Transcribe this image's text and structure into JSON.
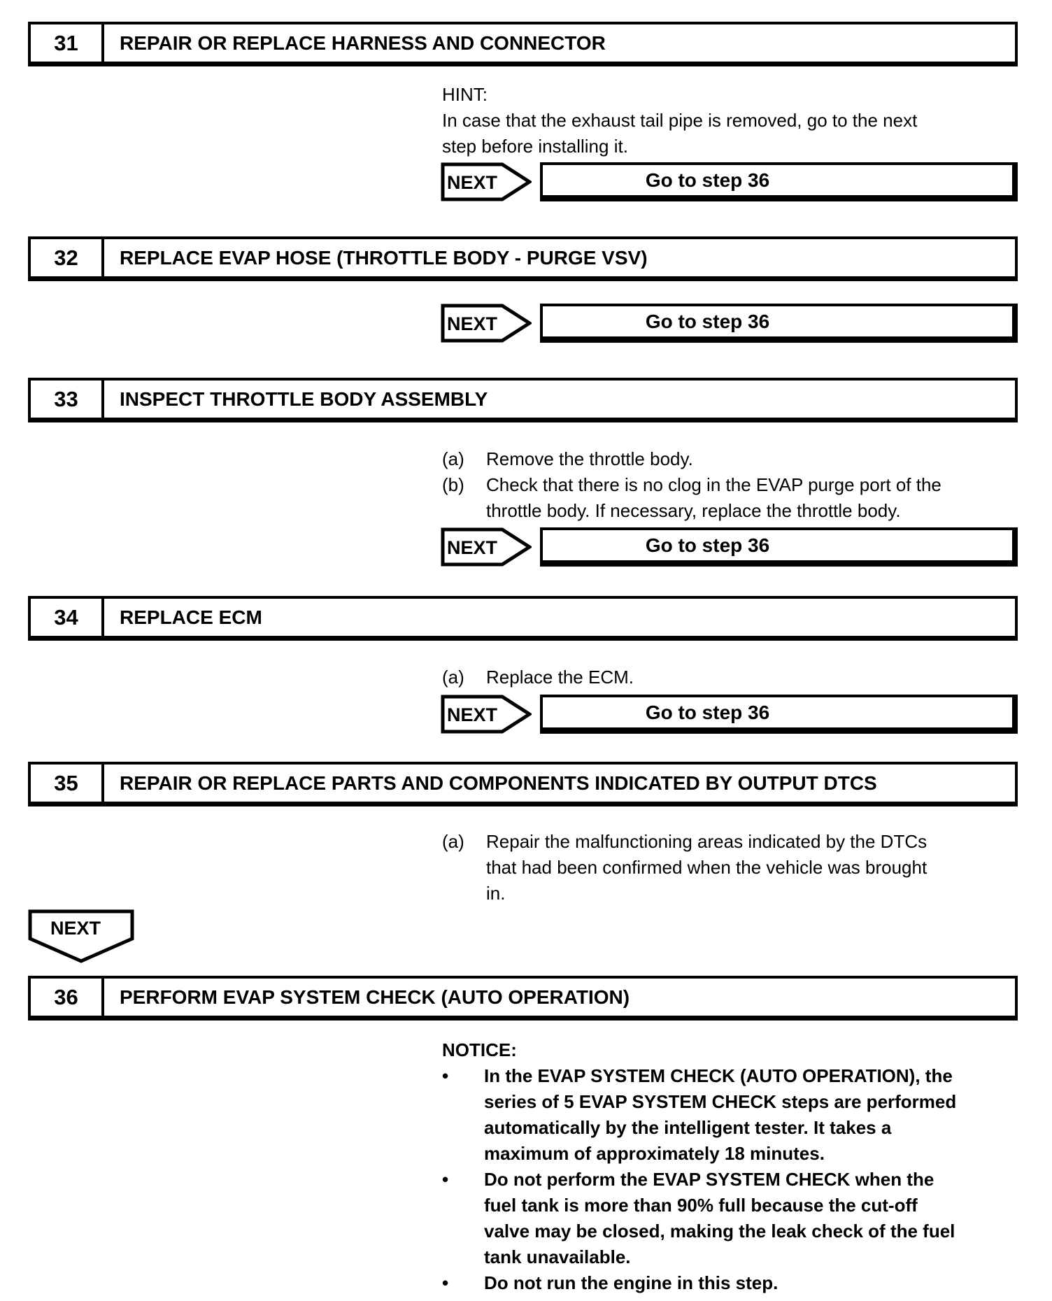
{
  "standalone_next": {
    "label": "NEXT"
  },
  "goto_label": "Go to step 36",
  "bullet_char": "•",
  "steps": [
    {
      "number": "31",
      "title": "REPAIR OR REPLACE HARNESS AND CONNECTOR",
      "hint_label": "HINT:",
      "hint_lines": [
        "In case that the exhaust tail pipe is removed, go to the next",
        "step before installing it."
      ],
      "next_label": "NEXT",
      "goto": "Go to step 36"
    },
    {
      "number": "32",
      "title": "REPLACE EVAP HOSE (THROTTLE BODY - PURGE VSV)",
      "next_label": "NEXT",
      "goto": "Go to step 36"
    },
    {
      "number": "33",
      "title": "INSPECT THROTTLE BODY ASSEMBLY",
      "substeps": [
        {
          "marker": "(a)",
          "lines": [
            "Remove the throttle body."
          ]
        },
        {
          "marker": "(b)",
          "lines": [
            "Check that there is no clog in the EVAP purge port of the",
            "throttle body. If necessary, replace the throttle body."
          ]
        }
      ],
      "next_label": "NEXT",
      "goto": "Go to step 36"
    },
    {
      "number": "34",
      "title": "REPLACE ECM",
      "substeps": [
        {
          "marker": "(a)",
          "lines": [
            "Replace the ECM."
          ]
        }
      ],
      "next_label": "NEXT",
      "goto": "Go to step 36"
    },
    {
      "number": "35",
      "title": "REPAIR OR REPLACE PARTS AND COMPONENTS INDICATED BY OUTPUT DTCS",
      "substeps": [
        {
          "marker": "(a)",
          "lines": [
            "Repair the malfunctioning areas indicated by the DTCs",
            "that had been confirmed when the vehicle was brought",
            "in."
          ]
        }
      ]
    },
    {
      "number": "36",
      "title": "PERFORM EVAP SYSTEM CHECK (AUTO OPERATION)",
      "notice_label": "NOTICE:",
      "notice_bullets": [
        {
          "lines": [
            "In the EVAP SYSTEM CHECK (AUTO OPERATION), the",
            "series of 5 EVAP SYSTEM CHECK steps are performed",
            "automatically by the intelligent tester. It takes a",
            "maximum of approximately 18 minutes."
          ]
        },
        {
          "lines": [
            "Do not perform the EVAP SYSTEM CHECK when the",
            "fuel tank is more than 90% full because the cut-off",
            "valve may be closed, making the leak check of the fuel",
            "tank unavailable."
          ]
        },
        {
          "lines": [
            "Do not run the engine in this step."
          ]
        }
      ]
    }
  ]
}
